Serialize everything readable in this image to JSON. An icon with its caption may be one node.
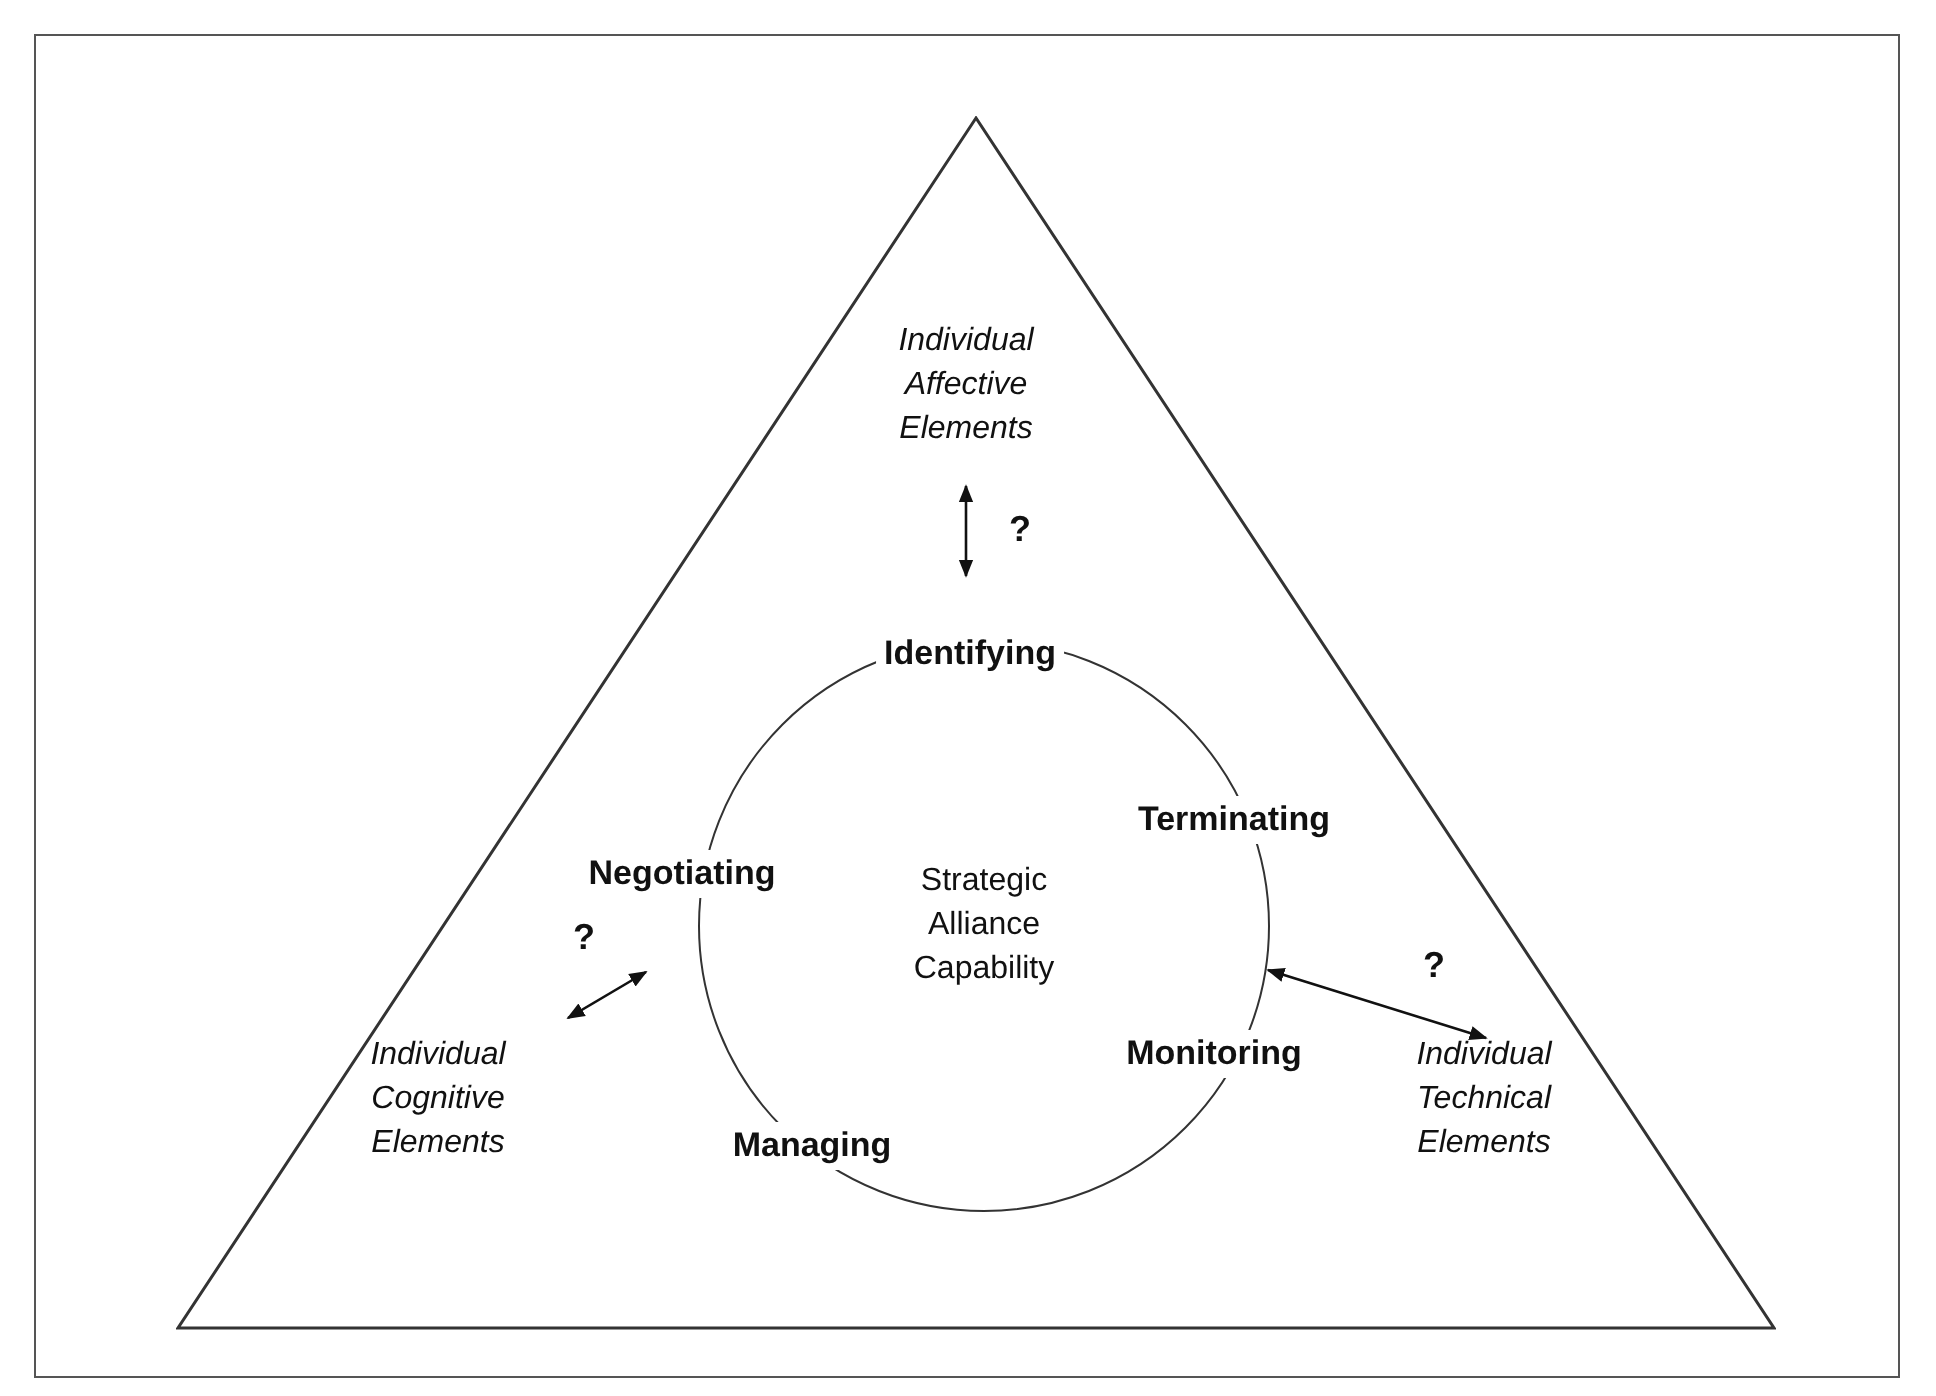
{
  "diagram": {
    "nodes": [
      {
        "text": [],
        "shape": "triangle"
      },
      {
        "text": [
          "Individual Affective Elements"
        ],
        "in": 0
      },
      {
        "text": [
          "Strategic Alliance Capability"
        ],
        "in": 0
      },
      {
        "text": [
          "Individual Cognitive Elements"
        ],
        "in": 0
      },
      {
        "text": [
          "Individual Technical Elements"
        ],
        "in": 0
      }
    ],
    "edges": [
      {
        "from": 1,
        "to": 2,
        "arrow": "both",
        "label": "?"
      },
      {
        "from": 3,
        "to": 2,
        "arrow": "both",
        "label": "?"
      },
      {
        "from": 2,
        "to": 4,
        "arrow": "both",
        "label": "?"
      }
    ],
    "labels": [
      "Identifying",
      "Terminating",
      "Negotiating",
      "Monitoring",
      "Managing"
    ]
  }
}
